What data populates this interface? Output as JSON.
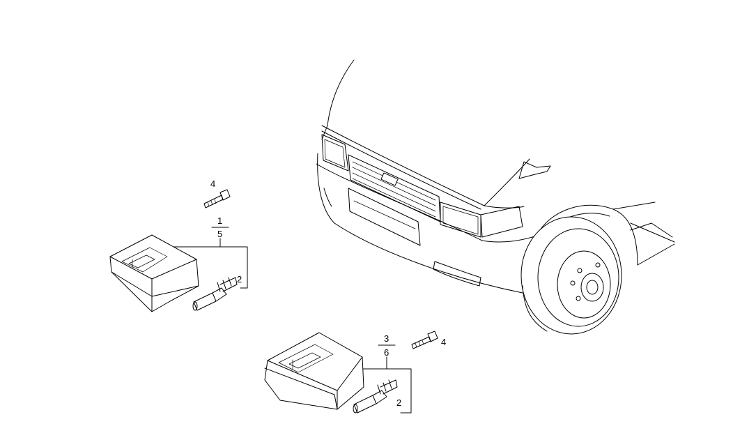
{
  "callouts": {
    "lamp_left_top": "1",
    "lamp_left_bottom": "5",
    "bulb_left": "2",
    "screw_left": "4",
    "lamp_right_top": "3",
    "lamp_right_bottom": "6",
    "bulb_right": "2",
    "screw_right": "4"
  }
}
